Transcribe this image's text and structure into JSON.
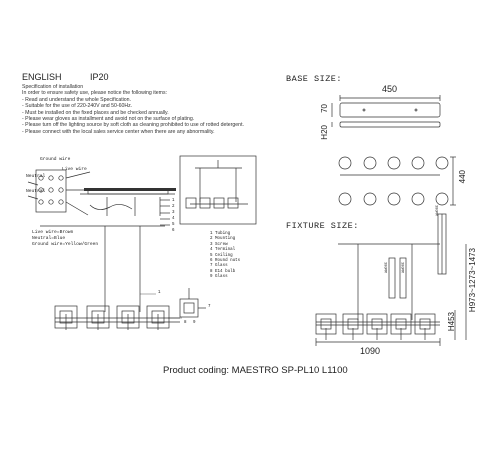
{
  "header": {
    "language": "ENGLISH",
    "ip": "IP20"
  },
  "spec": {
    "title": "Specification of installation",
    "lines": [
      "In order to ensure safety use, please notice the following items:",
      "- Read and understand the whole Specification.",
      "- Suitable for the use of 220-240V and 50-60Hz.",
      "- Must be installed on the fixed places and be checked annually.",
      "- Please wear gloves as installment and avoid not on the surface of plating.",
      "- Please turn off the lighting source by soft cloth as cleaning prohibited to use of rotted detergent.",
      "- Please connect with the local sales service center when there are any abnormality."
    ]
  },
  "wiring": {
    "ground_wire": "Ground wire",
    "live_wire": "Live wire",
    "neutral_1": "Neutral",
    "neutral_2": "Neutral",
    "live_brown": "Live wire=Brown",
    "neutral_blue": "Neutral=Blue",
    "ground_yg": "Ground wire=Yellow/Green"
  },
  "parts": [
    "1 Tubing",
    "2 Mounting",
    "3 Screw",
    "4 Terminal",
    "5 Ceiling",
    "6 Round nuts",
    "7 Glass",
    "8 E14 bulb",
    "9 Glass"
  ],
  "callouts": [
    "1",
    "2",
    "3",
    "4",
    "5",
    "6",
    "1",
    "7",
    "8",
    "9"
  ],
  "base_size": {
    "title": "BASE SIZE:",
    "width": "450",
    "h70": "70",
    "h20": "H20",
    "depth": "440"
  },
  "fixture_size": {
    "title": "FIXTURE SIZE:",
    "width": "1090",
    "h453": "H453",
    "hrange": "H973~1273~1473",
    "c1": "300MM",
    "c2": "300MM",
    "c3": "300MM"
  },
  "product_coding": "Product coding: MAESTRO SP-PL10 L1100"
}
